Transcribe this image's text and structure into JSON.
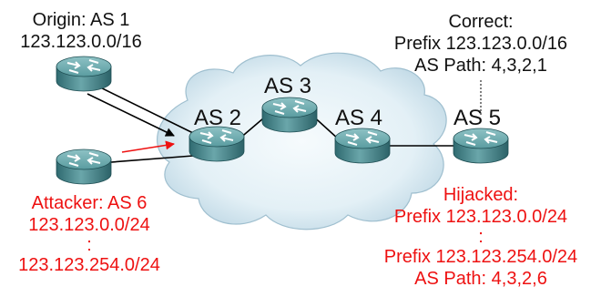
{
  "colors": {
    "text": "#111111",
    "attack": "#ee1111",
    "cloud": "#dcecf4",
    "router": "#4f8f93"
  },
  "origin": {
    "line1": "Origin: AS 1",
    "line2": "123.123.0.0/16"
  },
  "attacker": {
    "line1": "Attacker: AS 6",
    "line2": "123.123.0.0/24",
    "dots": ":",
    "line4": "123.123.254.0/24"
  },
  "correct": {
    "line1": "Correct:",
    "line2": "Prefix 123.123.0.0/16",
    "line3": "AS Path: 4,3,2,1"
  },
  "hijacked": {
    "line1": "Hijacked:",
    "line2": "Prefix 123.123.0.0/24",
    "dots": ":",
    "line4": "Prefix 123.123.254.0/24",
    "line5": "AS Path: 4,3,2,6"
  },
  "as_labels": {
    "as2": "AS 2",
    "as3": "AS 3",
    "as4": "AS 4",
    "as5": "AS 5"
  },
  "icons": {
    "router": "router-icon"
  }
}
